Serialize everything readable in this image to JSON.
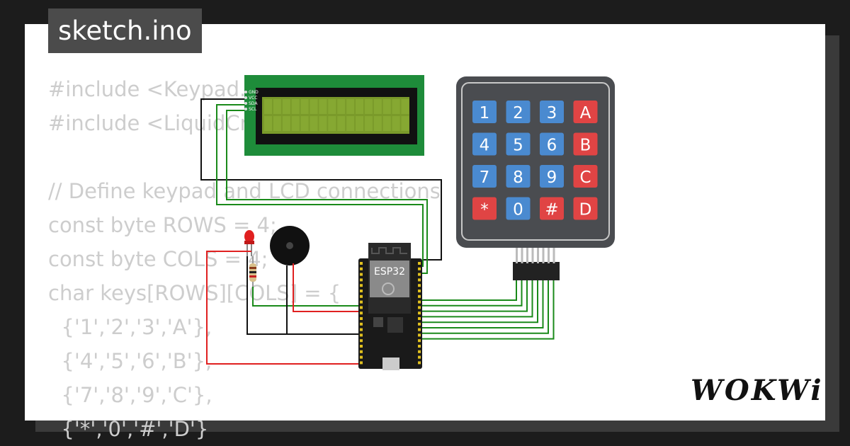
{
  "title": "sketch.ino",
  "code_lines": [
    "#include <Keypad.h>",
    "#include <LiquidCrystal_I2C.h>",
    "",
    "// Define keypad and LCD connections",
    "const byte ROWS = 4;",
    "const byte COLS = 4;",
    "char keys[ROWS][COLS] = {",
    "  {'1','2','3','A'},",
    "  {'4','5','6','B'},",
    "  {'7','8','9','C'},",
    "  {'*','0','#','D'}"
  ],
  "lcd_pins": [
    "GND",
    "VCC",
    "SDA",
    "SCL"
  ],
  "keypad_keys": [
    [
      "1",
      "2",
      "3",
      "A"
    ],
    [
      "4",
      "5",
      "6",
      "B"
    ],
    [
      "7",
      "8",
      "9",
      "C"
    ],
    [
      "*",
      "0",
      "#",
      "D"
    ]
  ],
  "board_label": "ESP32",
  "logo": "WOKWi",
  "colors": {
    "background": "#1c1c1c",
    "card": "#ffffff",
    "code_text": "#cdcdcd",
    "key_blue": "#4a8ad0",
    "key_red": "#e04444",
    "lcd_green": "#1e8c3a",
    "wire_green": "#1a8a1a",
    "wire_red": "#e02020"
  }
}
